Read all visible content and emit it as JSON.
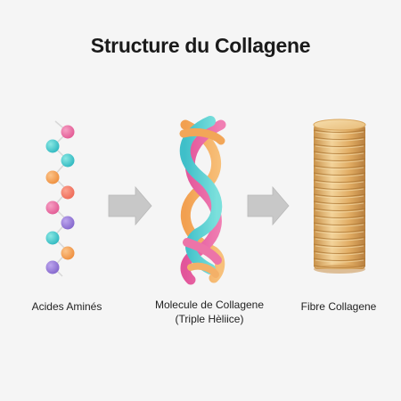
{
  "title": "Structure du Collagene",
  "stages": [
    {
      "label": "Acides Aminés",
      "icon": "amino-acid-beads-icon"
    },
    {
      "label_line1": "Molecule de Collagene",
      "label_line2": "(Triple Hèliice)",
      "icon": "triple-helix-icon"
    },
    {
      "label": "Fibre Collagene",
      "icon": "fibre-stack-icon"
    }
  ],
  "arrows": [
    "arrow-right-icon",
    "arrow-right-icon"
  ],
  "colors": {
    "background": "#f5f5f5",
    "pink": "#e8609a",
    "teal": "#4cc9c9",
    "orange": "#f0a055",
    "purple": "#9b7fd6",
    "gold": "#d9a760",
    "arrow": "#c8c8c8"
  }
}
